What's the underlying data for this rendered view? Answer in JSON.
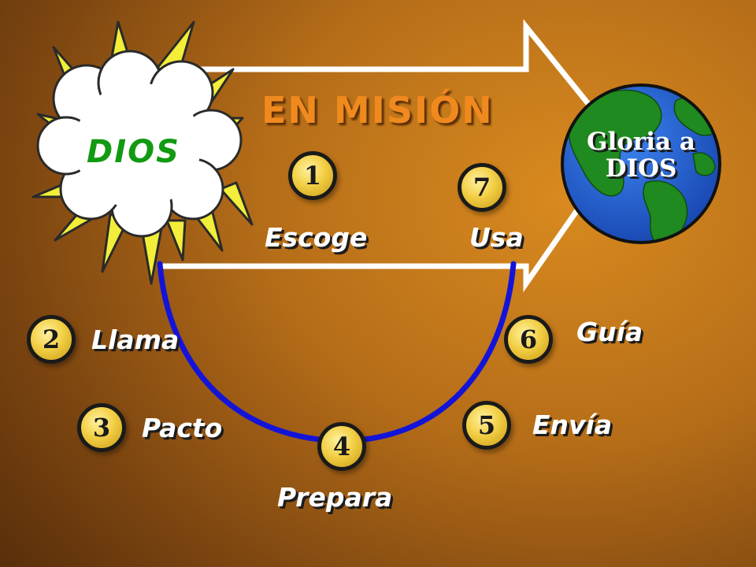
{
  "title": "EN  MISIÓN",
  "origin": "DIOS",
  "goal": {
    "line1": "Gloria a",
    "line2": "DIOS"
  },
  "steps": [
    {
      "number": "1",
      "label": "Escoge"
    },
    {
      "number": "2",
      "label": "Llama"
    },
    {
      "number": "3",
      "label": "Pacto"
    },
    {
      "number": "4",
      "label": "Prepara"
    },
    {
      "number": "5",
      "label": "Envía"
    },
    {
      "number": "6",
      "label": "Guía"
    },
    {
      "number": "7",
      "label": "Usa"
    }
  ],
  "colors": {
    "title": "#f08a1e",
    "origin_text": "#129a12",
    "badge": "#f2cf45",
    "path": "#1414d8",
    "arrow": "#ffffff",
    "ocean": "#1f5fd6",
    "land": "#1f8a1f"
  },
  "icons": [
    "sun-burst-icon",
    "cloud-icon",
    "globe-icon",
    "arrow-icon"
  ]
}
